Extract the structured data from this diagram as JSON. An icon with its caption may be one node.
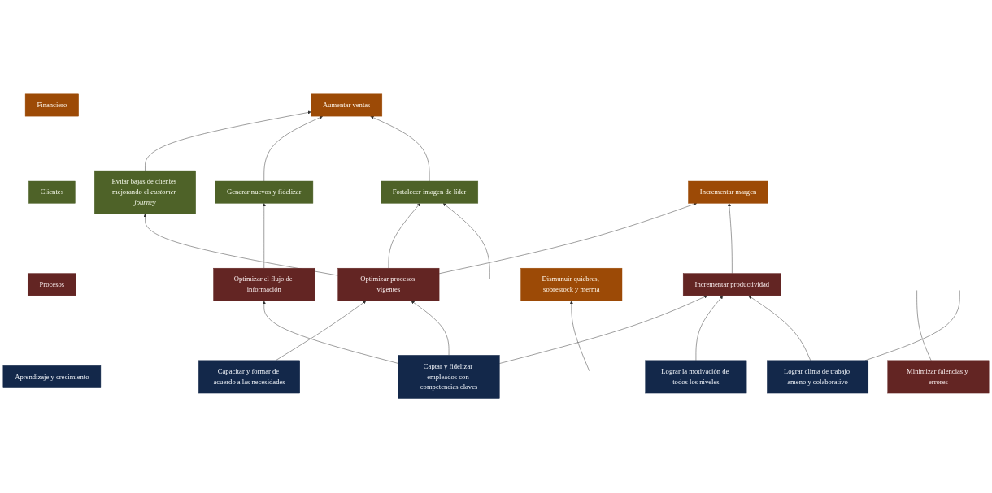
{
  "diagram": {
    "nodes": [
      {
        "text": [
          "Financiero"
        ]
      },
      {
        "text": [
          "Incrementar margen"
        ]
      },
      {
        "text": [
          "Aumentar ventas"
        ]
      },
      {
        "text": [
          "Dismunuir quiebres, sobrestock y merma"
        ]
      },
      {
        "text": [
          "Clientes"
        ]
      },
      {
        "text": [
          "Evitar bajas de clientes mejorando el *customer journey*"
        ]
      },
      {
        "text": [
          "Generar nuevos y fidelizar"
        ]
      },
      {
        "text": [
          "Fortalecer imagen de líder"
        ]
      },
      {
        "text": [
          "Procesos"
        ]
      },
      {
        "text": [
          "Optimizar procesos vigentes"
        ]
      },
      {
        "text": [
          "Optimizar el flujo de información"
        ]
      },
      {
        "text": [
          "Incrementar productividad"
        ]
      },
      {
        "text": [
          "Minimizar falencias y errores"
        ]
      },
      {
        "text": [
          "Aprendizaje y crecimiento"
        ]
      },
      {
        "text": [
          "Capacitar y formar de acuerdo a las necesidades"
        ]
      },
      {
        "text": [
          "Captar y fidelizar empleados con competencias claves"
        ]
      },
      {
        "text": [
          "Lograr la motivación de todos los niveles"
        ]
      },
      {
        "text": [
          "Lograr clima de trabajo ameno y colaborativo"
        ]
      }
    ],
    "edges": [
      {
        "from": 9,
        "to": 1,
        "arrow": "to"
      },
      {
        "from": 11,
        "to": 1,
        "arrow": "to"
      },
      {
        "from": 5,
        "to": 2,
        "arrow": "to"
      },
      {
        "from": 6,
        "to": 2,
        "arrow": "to"
      },
      {
        "from": 7,
        "to": 2,
        "arrow": "to"
      },
      {
        "from": null,
        "to": 3,
        "arrow": "to"
      },
      {
        "from": 9,
        "to": 5,
        "arrow": "to"
      },
      {
        "from": 10,
        "to": 6,
        "arrow": "to"
      },
      {
        "from": 9,
        "to": 7,
        "arrow": "to"
      },
      {
        "from": null,
        "to": 7,
        "arrow": "to"
      },
      {
        "from": 12,
        "to": null,
        "arrow": "none"
      },
      {
        "from": 14,
        "to": 9,
        "arrow": "to"
      },
      {
        "from": 15,
        "to": 9,
        "arrow": "to"
      },
      {
        "from": 15,
        "to": 10,
        "arrow": "to"
      },
      {
        "from": 15,
        "to": 11,
        "arrow": "to"
      },
      {
        "from": 16,
        "to": 11,
        "arrow": "to"
      },
      {
        "from": 17,
        "to": 11,
        "arrow": "to"
      },
      {
        "from": 17,
        "to": null,
        "arrow": "none"
      }
    ]
  }
}
